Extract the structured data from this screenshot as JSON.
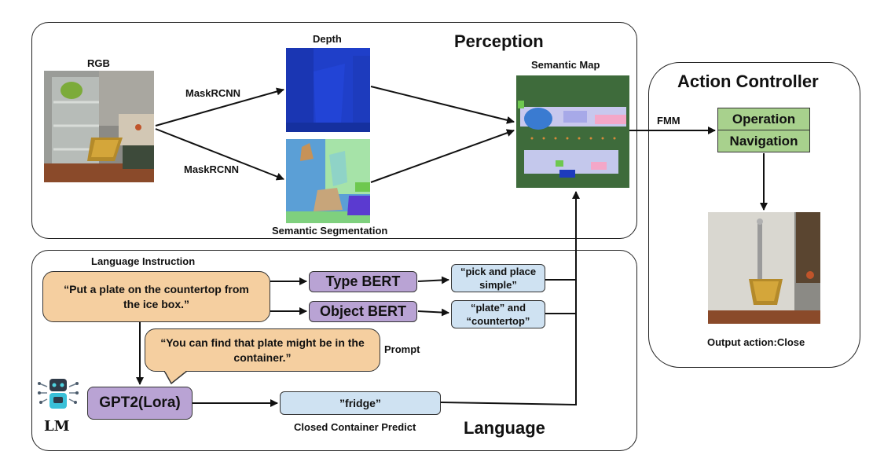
{
  "perception": {
    "title": "Perception",
    "rgb_label": "RGB",
    "depth_label": "Depth",
    "maskrcnn_top": "MaskRCNN",
    "maskrcnn_bottom": "MaskRCNN",
    "semantic_map_label": "Semantic Map",
    "segmentation_label": "Semantic Segmentation"
  },
  "action": {
    "title": "Action Controller",
    "fmm_label": "FMM",
    "operation": "Operation",
    "navigation": "Navigation",
    "output_label": "Output action:Close"
  },
  "language": {
    "title": "Language",
    "instruction_label": "Language Instruction",
    "instruction_text": "“Put a plate on the countertop from the ice box.”",
    "type_bert": "Type BERT",
    "object_bert": "Object BERT",
    "type_output": "“pick and place simple”",
    "object_output": "“plate” and “countertop”",
    "prompt_text": "“You can find that plate might be in the container.”",
    "prompt_label": "Prompt",
    "gpt2": "GPT2(Lora)",
    "fridge_output": "”fridge”",
    "closed_container_label": "Closed Container Predict",
    "lm_label": "LM"
  }
}
